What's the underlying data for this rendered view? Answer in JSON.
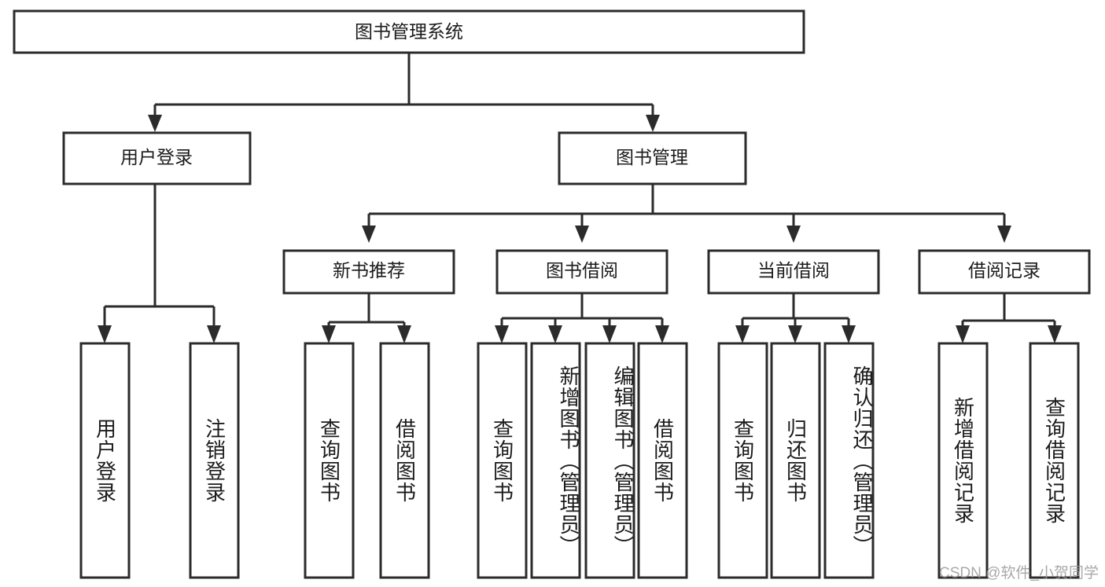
{
  "diagram": {
    "type": "tree-hierarchy",
    "title": "图书管理系统",
    "watermark": "CSDN @软件_小贺同学",
    "colors": {
      "stroke": "#2b2b2b",
      "fill": "#ffffff",
      "text": "#1b1b1b",
      "watermark": "#9a9a9a"
    },
    "levels": {
      "level1": [
        {
          "id": "root",
          "label": "图书管理系统"
        }
      ],
      "level2": [
        {
          "id": "user-login",
          "label": "用户登录",
          "parent": "root"
        },
        {
          "id": "book-manage",
          "label": "图书管理",
          "parent": "root"
        }
      ],
      "level3": [
        {
          "id": "new-book-rec",
          "label": "新书推荐",
          "parent": "book-manage"
        },
        {
          "id": "book-borrow",
          "label": "图书借阅",
          "parent": "book-manage"
        },
        {
          "id": "current-borrow",
          "label": "当前借阅",
          "parent": "book-manage"
        },
        {
          "id": "borrow-record",
          "label": "借阅记录",
          "parent": "book-manage"
        }
      ],
      "level4": [
        {
          "id": "leaf-user-login",
          "label": "用户登录",
          "parent": "user-login"
        },
        {
          "id": "leaf-logout",
          "label": "注销登录",
          "parent": "user-login"
        },
        {
          "id": "leaf-query-book-1",
          "label": "查询图书",
          "parent": "new-book-rec"
        },
        {
          "id": "leaf-borrow-book-1",
          "label": "借阅图书",
          "parent": "new-book-rec"
        },
        {
          "id": "leaf-query-book-2",
          "label": "查询图书",
          "parent": "book-borrow"
        },
        {
          "id": "leaf-add-book",
          "label": "新增图书（管理员）",
          "parent": "book-borrow"
        },
        {
          "id": "leaf-edit-book",
          "label": "编辑图书（管理员）",
          "parent": "book-borrow"
        },
        {
          "id": "leaf-borrow-book-2",
          "label": "借阅图书",
          "parent": "book-borrow"
        },
        {
          "id": "leaf-query-book-3",
          "label": "查询图书",
          "parent": "current-borrow"
        },
        {
          "id": "leaf-return-book",
          "label": "归还图书",
          "parent": "current-borrow"
        },
        {
          "id": "leaf-confirm-return",
          "label": "确认归还（管理员）",
          "parent": "current-borrow"
        },
        {
          "id": "leaf-add-record",
          "label": "新增借阅记录",
          "parent": "borrow-record"
        },
        {
          "id": "leaf-query-record",
          "label": "查询借阅记录",
          "parent": "borrow-record"
        }
      ]
    }
  }
}
